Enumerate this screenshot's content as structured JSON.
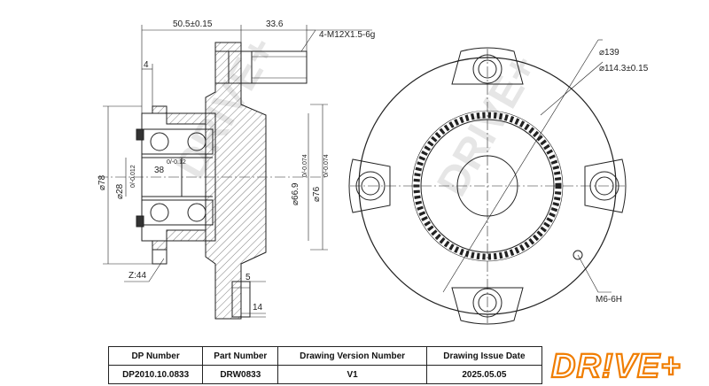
{
  "drawing": {
    "dimensions": {
      "d1": "50.5±0.15",
      "d2": "33.6",
      "thread": "4-M12X1.5-6g",
      "d4": "4",
      "d78": "78",
      "d28": "28",
      "d28_tol": "0/-0.012",
      "d38": "38",
      "d38_tol": "0/-0.12",
      "d66": "66.9",
      "d66_tol": "0/-0.074",
      "d76": "76",
      "d76_tol": "0/-0.074",
      "z44": "Z:44",
      "d5": "5",
      "d14": "14",
      "d139": "139",
      "d114": "114.3±0.15",
      "m6": "M6-6H"
    },
    "watermark": "DRIVE+"
  },
  "title_block": {
    "headers": [
      "DP Number",
      "Part Number",
      "Drawing Version Number",
      "Drawing Issue Date"
    ],
    "values": [
      "DP2010.10.0833",
      "DRW0833",
      "V1",
      "2025.05.05"
    ]
  },
  "logo": {
    "text": "DR!VE+"
  },
  "colors": {
    "logo_orange": "#f07d00",
    "line": "#222222"
  }
}
